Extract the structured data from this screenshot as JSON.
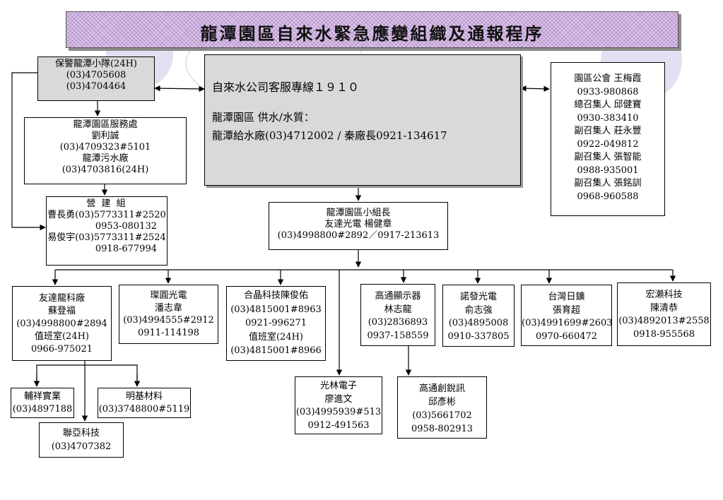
{
  "title": "龍潭園區自來水緊急應變組織及通報程序",
  "security": {
    "lines": [
      "保警龍潭小隊(24H)",
      "(03)4705608",
      "(03)4704464"
    ]
  },
  "service_office": {
    "lines": [
      "龍潭園區服務處",
      "劉利誠",
      "(03)4709323#5101",
      "龍潭污水廠",
      "(03)4703816(24H)"
    ]
  },
  "construction": {
    "lines": [
      "營 建 組",
      "曹長勇(03)5773311#2520",
      "0953-080132",
      "易俊宇(03)5773311#2524",
      "0918-677994"
    ]
  },
  "water_company": {
    "hotline": "自來水公司客服專線１９１０",
    "supply_label": "龍潭園區  供水/水質：",
    "plant": "龍潭給水廠(03)4712002  /  秦廠長0921-134617"
  },
  "union": {
    "lines": [
      "園區公會  王梅霞",
      "0933-980868",
      "總召集人  邱健寶",
      "0930-383410",
      "副召集人  莊永豐",
      "0922-049812",
      "副召集人  張智能",
      "0988-935001",
      "副召集人  張銘訓",
      "0968-960588"
    ]
  },
  "group_leader": {
    "lines": [
      "龍潭園區小組長",
      "友達光電 楊健章",
      "(03)4998800#2892／0917-213613"
    ]
  },
  "members": {
    "auo": {
      "lines": [
        "友達龍科廠",
        "蘇登福",
        "(03)4998800#2894",
        "值班室(24H)",
        "0966-975021"
      ]
    },
    "ambit": {
      "lines": [
        "璨圓光電",
        "潘志韋",
        "(03)4994555#2912",
        "0911-114198"
      ]
    },
    "hejing": {
      "lines": [
        "合晶科技陳俊佑",
        "(03)4815001#8963",
        "0921-996271",
        "值班室(24H)",
        "(03)4815001#8966"
      ]
    },
    "gaotong": {
      "lines": [
        "高通顯示器",
        "林志龍",
        "(03)2836893",
        "0937-158559"
      ]
    },
    "nuofa": {
      "lines": [
        "諾發光電",
        "俞志強",
        "(03)4895008",
        "0910-337805"
      ]
    },
    "taiwan_ri": {
      "lines": [
        "台灣日鑛",
        "張育超",
        "(03)4991699#2603",
        "0970-660472"
      ]
    },
    "hongrai": {
      "lines": [
        "宏瀨科技",
        "陳清恭",
        "(03)4892013#2558",
        "0918-955568"
      ]
    },
    "fuxiang": {
      "lines": [
        "輔祥實業",
        "(03)4897188"
      ]
    },
    "mingji": {
      "lines": [
        "明基材料",
        "(03)3748800#5119"
      ]
    },
    "lianya": {
      "lines": [
        "聯亞科技",
        "(03)4707382"
      ]
    },
    "guanglin": {
      "lines": [
        "光林電子",
        "廖進文",
        "(03)4995939#513",
        "0912-491563"
      ]
    },
    "gaotong_ch": {
      "lines": [
        "高通創銳訊",
        "邱彥彬",
        "(03)5661702",
        "0958-802913"
      ]
    }
  }
}
